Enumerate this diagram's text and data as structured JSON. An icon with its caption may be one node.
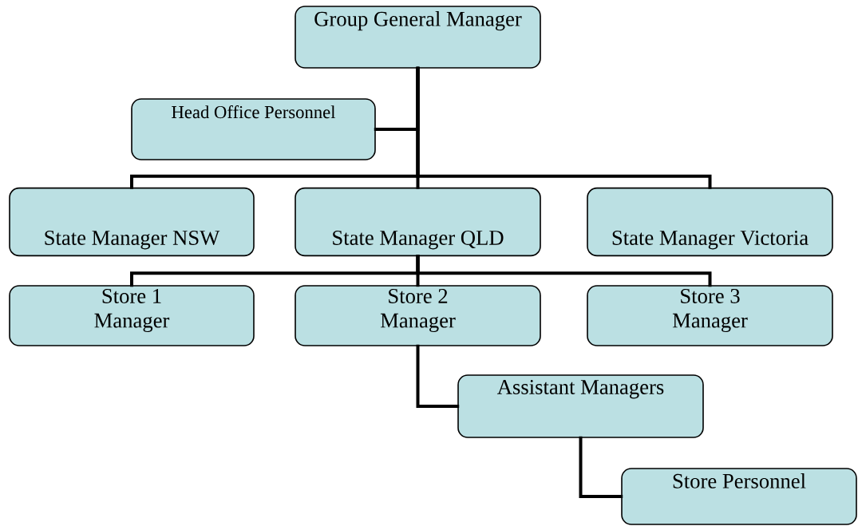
{
  "diagram": {
    "nodes": [
      {
        "text": [
          "Group General Manager"
        ]
      },
      {
        "text": [
          "Head Office Personnel"
        ]
      },
      {
        "text": [
          "State Manager NSW"
        ]
      },
      {
        "text": [
          "State Manager QLD"
        ]
      },
      {
        "text": [
          "State Manager Victoria"
        ]
      },
      {
        "text": [
          "Store 1 Manager"
        ]
      },
      {
        "text": [
          "Store 2 Manager"
        ]
      },
      {
        "text": [
          "Store 3 Manager"
        ]
      },
      {
        "text": [
          "Assistant Managers"
        ]
      },
      {
        "text": [
          "Store Personnel"
        ]
      }
    ],
    "edges": [
      {
        "from": 0,
        "to": 1,
        "arrow": "none"
      },
      {
        "from": 0,
        "to": 2,
        "arrow": "none"
      },
      {
        "from": 0,
        "to": 3,
        "arrow": "none"
      },
      {
        "from": 0,
        "to": 4,
        "arrow": "none"
      },
      {
        "from": 3,
        "to": 5,
        "arrow": "none"
      },
      {
        "from": 3,
        "to": 6,
        "arrow": "none"
      },
      {
        "from": 3,
        "to": 7,
        "arrow": "none"
      },
      {
        "from": 6,
        "to": 8,
        "arrow": "none"
      },
      {
        "from": 8,
        "to": 9,
        "arrow": "none"
      }
    ]
  }
}
